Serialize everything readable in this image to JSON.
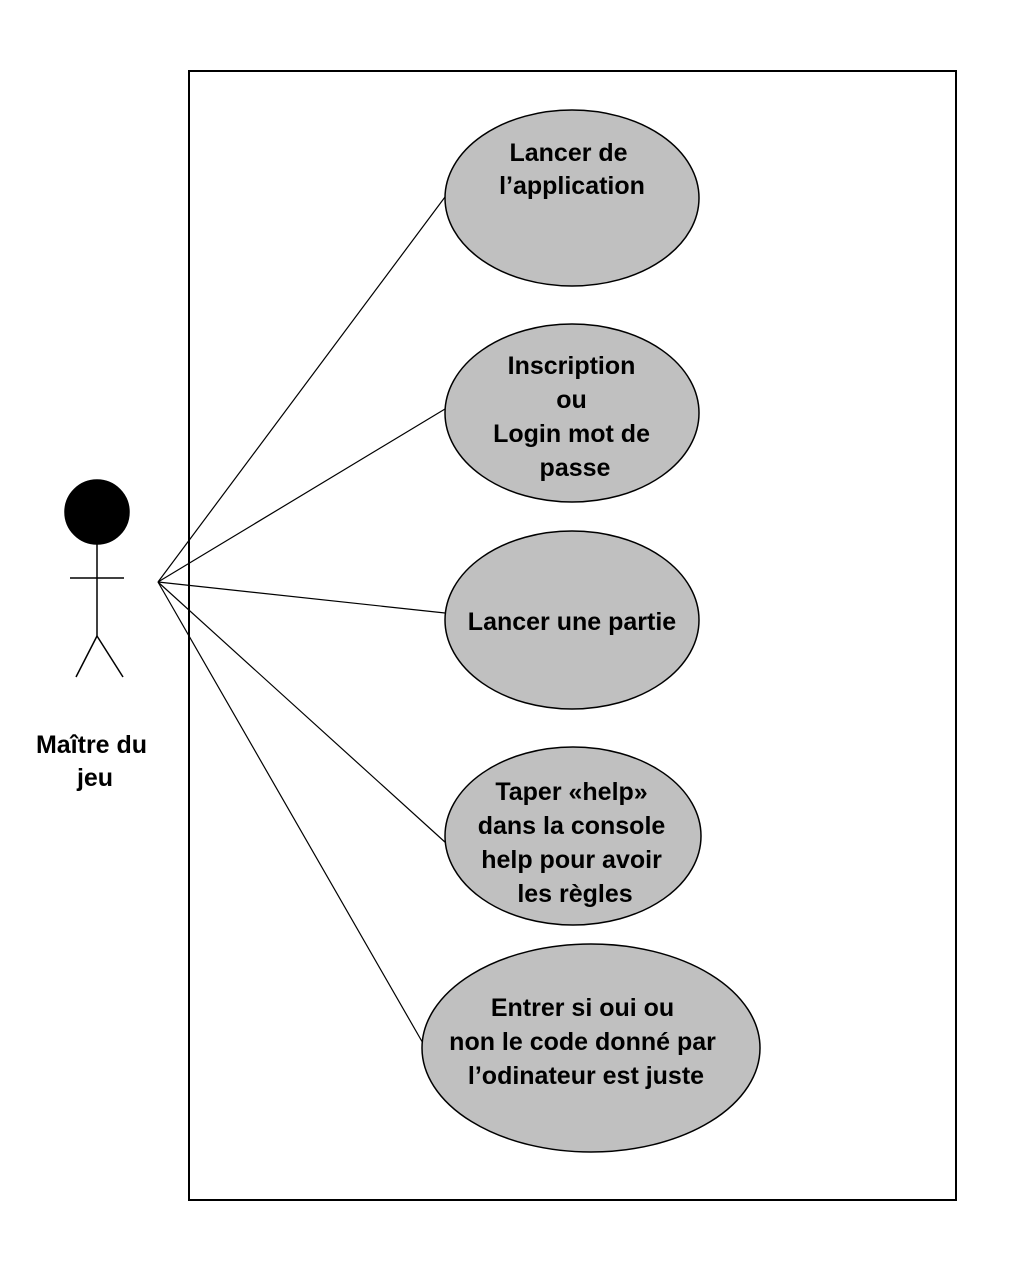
{
  "actor": {
    "name_lines": [
      "Maître du",
      "jeu"
    ],
    "icon": "stick-figure-actor-icon"
  },
  "use_cases": [
    {
      "id": "launch-app",
      "lines": [
        "Lancer de",
        "l’application"
      ]
    },
    {
      "id": "signup-login",
      "lines": [
        "Inscription",
        "ou",
        "Login mot de",
        "passe"
      ]
    },
    {
      "id": "start-game",
      "lines": [
        "Lancer une partie"
      ]
    },
    {
      "id": "help",
      "lines": [
        "Taper «help»",
        "dans la console",
        "help pour avoir",
        "les règles"
      ]
    },
    {
      "id": "check-code",
      "lines": [
        "Entrer si oui ou",
        "non le code donné par",
        "l’odinateur est juste"
      ]
    }
  ],
  "colors": {
    "use_case_fill": "#c0c0c0",
    "stroke": "#000000",
    "background": "#ffffff"
  }
}
